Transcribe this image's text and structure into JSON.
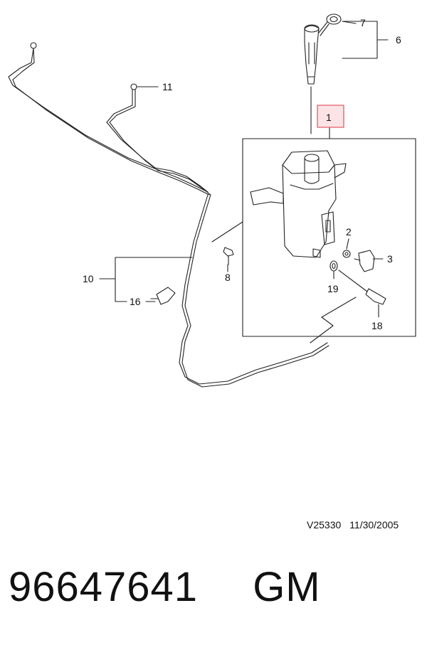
{
  "callouts": {
    "c1": "1",
    "c2": "2",
    "c3": "3",
    "c6": "6",
    "c7": "7",
    "c8": "8",
    "c10": "10",
    "c11": "11",
    "c16": "16",
    "c18": "18",
    "c19": "19"
  },
  "highlight_color": "#e35b6a",
  "highlight_fill": "#fbe3e6",
  "drawing_ref": "V25330",
  "drawing_date": "11/30/2005",
  "part_number": "96647641",
  "brand": "GM"
}
